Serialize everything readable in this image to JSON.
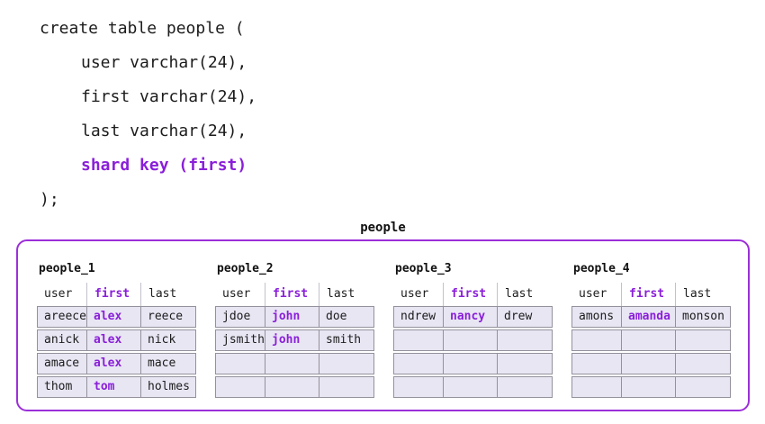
{
  "colors": {
    "shard_purple": "#8a1fd9",
    "box_border_purple": "#9b2fd9",
    "row_fill": "#e8e6f3",
    "cell_border": "#94919c",
    "header_divider": "#c3c1cc",
    "text": "#1c1c1c",
    "background": "#ffffff"
  },
  "code": {
    "lines": [
      {
        "text": "create table people (",
        "indent": false,
        "highlight": false
      },
      {
        "text": "user varchar(24),",
        "indent": true,
        "highlight": false
      },
      {
        "text": "first varchar(24),",
        "indent": true,
        "highlight": false
      },
      {
        "text": "last varchar(24),",
        "indent": true,
        "highlight": false
      },
      {
        "text": "shard key (first)",
        "indent": true,
        "highlight": true
      },
      {
        "text": ");",
        "indent": false,
        "highlight": false
      }
    ]
  },
  "diagram": {
    "label": "people",
    "columns": [
      "user",
      "first",
      "last"
    ],
    "shard_column": "first",
    "tables": [
      {
        "name": "people_1",
        "rows": [
          [
            "areece",
            "alex",
            "reece"
          ],
          [
            "anick",
            "alex",
            "nick"
          ],
          [
            "amace",
            "alex",
            "mace"
          ],
          [
            "thom",
            "tom",
            "holmes"
          ]
        ]
      },
      {
        "name": "people_2",
        "rows": [
          [
            "jdoe",
            "john",
            "doe"
          ],
          [
            "jsmith",
            "john",
            "smith"
          ],
          [
            "",
            "",
            ""
          ],
          [
            "",
            "",
            ""
          ]
        ]
      },
      {
        "name": "people_3",
        "rows": [
          [
            "ndrew",
            "nancy",
            "drew"
          ],
          [
            "",
            "",
            ""
          ],
          [
            "",
            "",
            ""
          ],
          [
            "",
            "",
            ""
          ]
        ]
      },
      {
        "name": "people_4",
        "rows": [
          [
            "amons",
            "amanda",
            "monson"
          ],
          [
            "",
            "",
            ""
          ],
          [
            "",
            "",
            ""
          ],
          [
            "",
            "",
            ""
          ]
        ]
      }
    ]
  }
}
